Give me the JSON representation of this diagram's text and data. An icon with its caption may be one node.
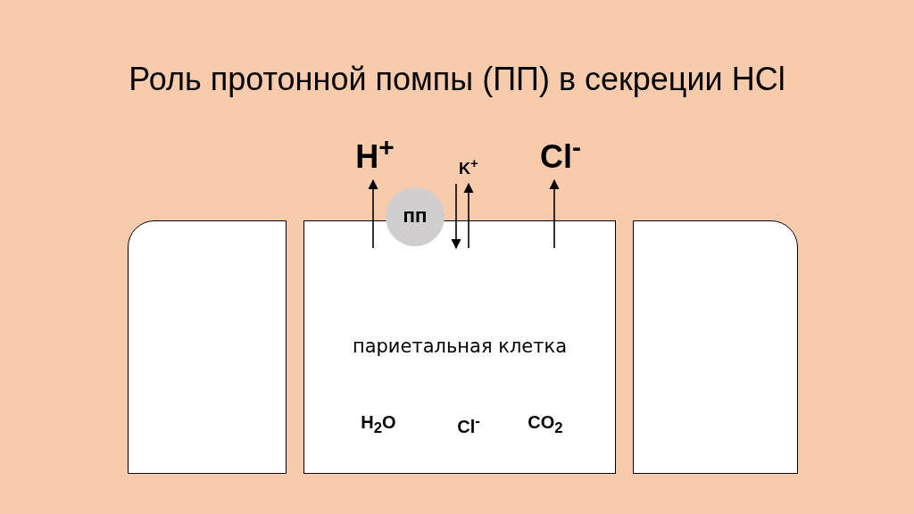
{
  "diagram": {
    "title": "Роль протонной помпы (ПП) в секреции HCl",
    "nodes": [
      {
        "text": [
          "H$^{+}$"
        ]
      },
      {
        "text": [
          "K$^{+}$"
        ]
      },
      {
        "text": [
          "Cl$^{-}$"
        ]
      },
      {
        "text": [
          "ПП"
        ]
      },
      {
        "text": [],
        "shape": "box"
      },
      {
        "text": [
          "париетальная клетка"
        ]
      },
      {
        "text": [],
        "shape": "box"
      }
    ],
    "edges": [
      {
        "from": 5,
        "to": 0,
        "arrow": "to"
      },
      {
        "from": 1,
        "to": 5,
        "arrow": "to"
      },
      {
        "from": 5,
        "to": 1,
        "arrow": "to"
      },
      {
        "from": 5,
        "to": 2,
        "arrow": "to"
      }
    ],
    "labels": [
      "H$_{2}$O",
      "Cl$^{-}$",
      "CO$_{2}$"
    ]
  }
}
